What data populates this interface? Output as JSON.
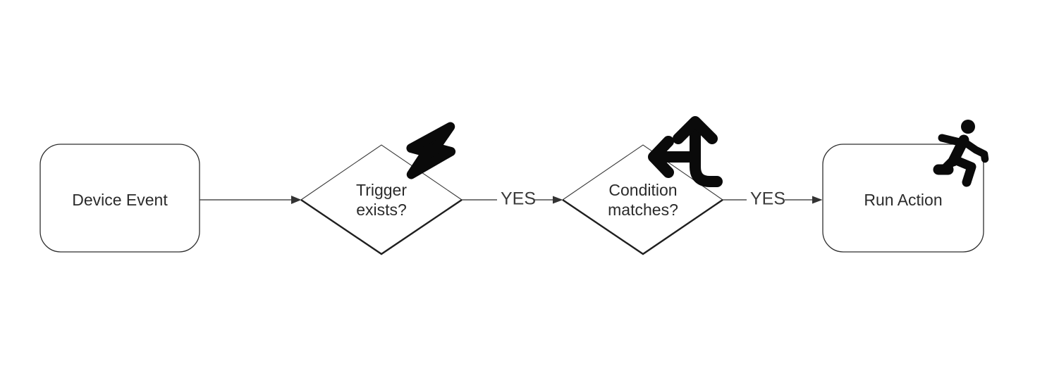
{
  "diagram": {
    "type": "flowchart",
    "orientation": "left-to-right",
    "background_color": "#ffffff",
    "shape_stroke_color": "#2e2e2e",
    "connector_line_color": "#4d4d4d",
    "arrowhead_color": "#333333",
    "icon_color": "#0a0a0a",
    "text_color": "#2b2b2b",
    "nodes": [
      {
        "id": "device-event",
        "shape": "rounded-rectangle",
        "label": "Device Event",
        "icon": null
      },
      {
        "id": "trigger-exists",
        "shape": "diamond",
        "label": "Trigger exists?",
        "icon": "lightning-icon"
      },
      {
        "id": "condition-matches",
        "shape": "diamond",
        "label": "Condition matches?",
        "icon": "split-arrows-icon"
      },
      {
        "id": "run-action",
        "shape": "rounded-rectangle",
        "label": "Run Action",
        "icon": "running-person-icon"
      }
    ],
    "edges": [
      {
        "from": "device-event",
        "to": "trigger-exists",
        "label": ""
      },
      {
        "from": "trigger-exists",
        "to": "condition-matches",
        "label": "YES"
      },
      {
        "from": "condition-matches",
        "to": "run-action",
        "label": "YES"
      }
    ]
  }
}
